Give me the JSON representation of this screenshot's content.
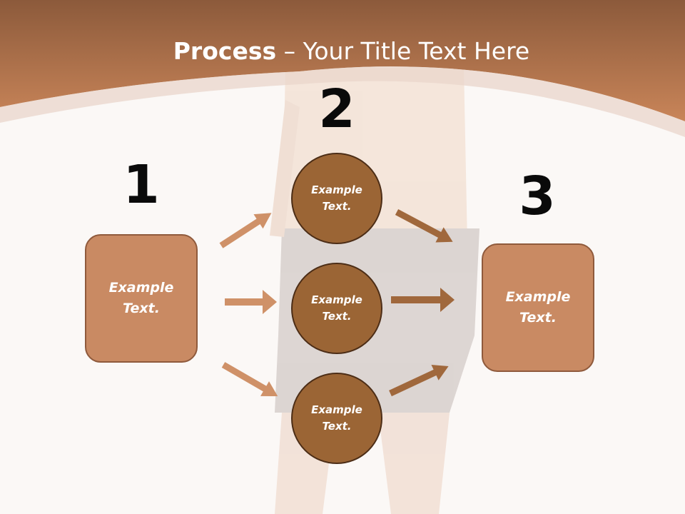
{
  "slide": {
    "title_bold": "Process",
    "title_rest": " – Your Title Text Here"
  },
  "steps": [
    {
      "number": "1",
      "box_text": "Example Text."
    },
    {
      "number": "2",
      "circles": [
        "Example Text.",
        "Example Text.",
        "Example Text."
      ]
    },
    {
      "number": "3",
      "box_text": "Example Text."
    }
  ],
  "colors": {
    "header_brown": "#b97a52",
    "box_fill": "#c98a63",
    "circle_fill": "#9b6535",
    "arrow_light": "#cf9168",
    "arrow_dark": "#a0683c"
  }
}
